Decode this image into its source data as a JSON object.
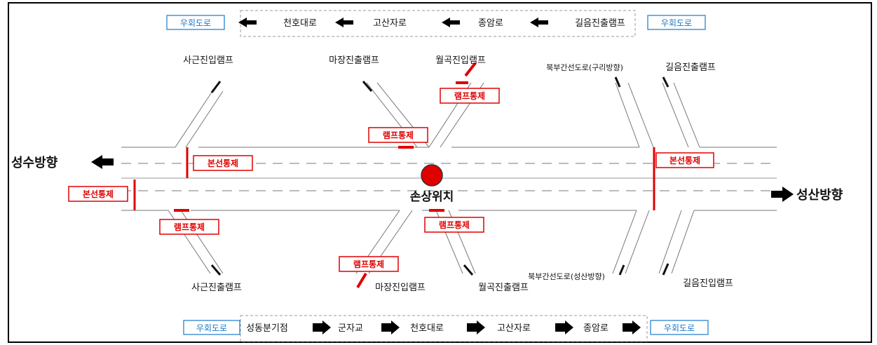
{
  "colors": {
    "control_red": "#e00000",
    "detour_blue": "#1a78c8",
    "road_line": "#777777"
  },
  "top_route": {
    "detour_left": "우회도로",
    "stops": [
      "천호대로",
      "고산자로",
      "종암로",
      "길음진출램프"
    ],
    "detour_right": "우회도로"
  },
  "bottom_route": {
    "detour_left": "우회도로",
    "stops": [
      "성동분기점",
      "군자교",
      "천호대로",
      "고산자로",
      "종암로"
    ],
    "detour_right": "우회도로"
  },
  "direction_left": "성수방향",
  "direction_right": "성산방향",
  "damage_location": "손상위치",
  "ramps_top": {
    "sagun_entry": "사근진입램프",
    "majang_exit": "마장진출램프",
    "wolgok_entry": "월곡진입램프",
    "bukbu_guri": "북부간선도로(구리방향)",
    "gireum_exit": "길음진출램프"
  },
  "ramps_bottom": {
    "sagun_exit": "사근진출램프",
    "majang_entry": "마장진입램프",
    "wolgok_exit": "월곡진출램프",
    "bukbu_seongsan": "북부간선도로(성산방향)",
    "gireum_entry": "길음진입램프"
  },
  "controls": {
    "mainline": "본선통제",
    "ramp": "램프통제"
  }
}
